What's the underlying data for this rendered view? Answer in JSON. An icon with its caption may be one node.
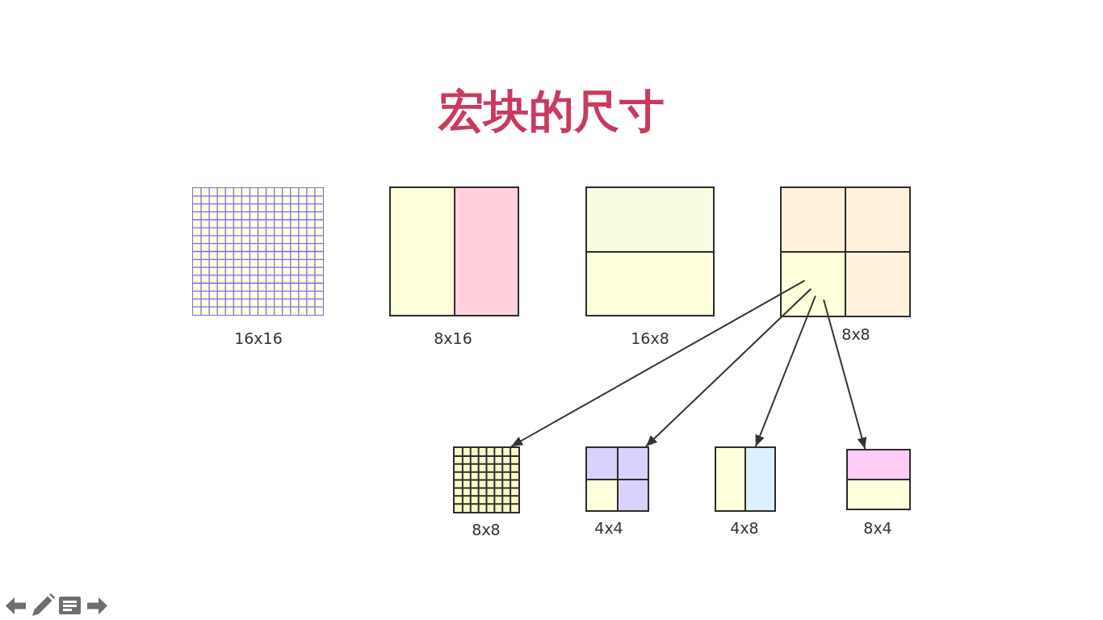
{
  "diagram": {
    "title": "宏块的尺寸",
    "nodes": [
      {
        "text": [],
        "shape": "box",
        "beside": [
          "16x16"
        ]
      },
      {
        "text": [],
        "shape": "box",
        "beside": [
          "8x16"
        ]
      },
      {
        "text": [],
        "shape": "box",
        "beside": [
          "16x8"
        ]
      },
      {
        "text": [],
        "shape": "box",
        "beside": [
          "8x8"
        ]
      },
      {
        "text": [],
        "shape": "box",
        "in": 3
      },
      {
        "text": [],
        "shape": "box",
        "beside": [
          "8x8"
        ]
      },
      {
        "text": [],
        "shape": "box",
        "beside": [
          "4x4"
        ]
      },
      {
        "text": [],
        "shape": "box",
        "beside": [
          "4x8"
        ]
      },
      {
        "text": [],
        "shape": "box",
        "beside": [
          "8x4"
        ]
      }
    ],
    "edges": [
      {
        "from": 4,
        "to": 5,
        "arrow": "to"
      },
      {
        "from": 4,
        "to": 6,
        "arrow": "to"
      },
      {
        "from": 4,
        "to": 7,
        "arrow": "to"
      },
      {
        "from": 4,
        "to": 8,
        "arrow": "to"
      }
    ]
  }
}
